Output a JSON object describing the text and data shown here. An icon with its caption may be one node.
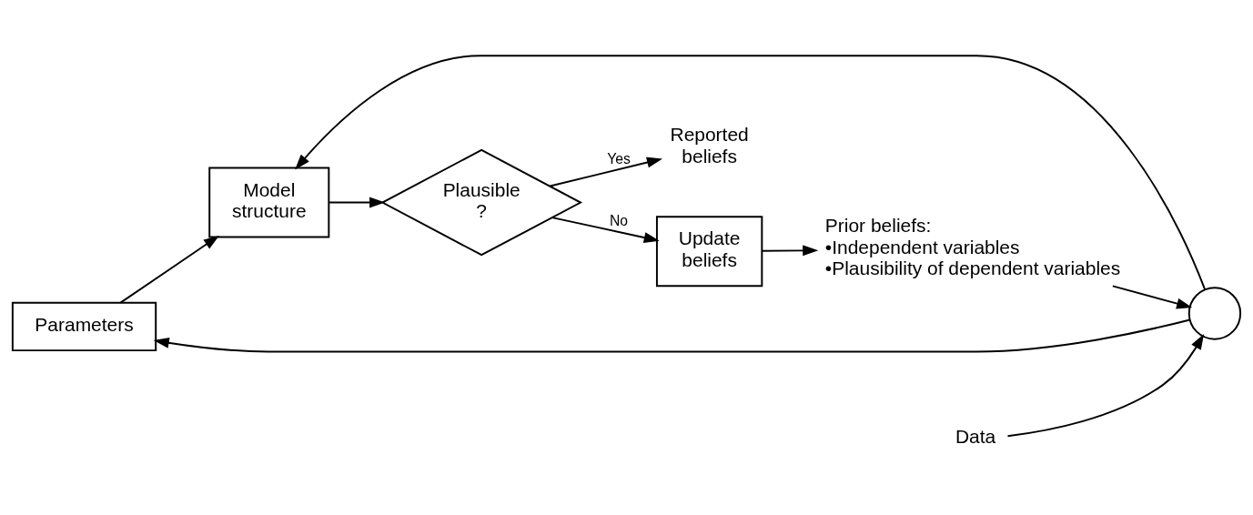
{
  "diagram": {
    "nodes": [
      {
        "text": [
          "Parameters"
        ]
      },
      {
        "text": [
          "Data"
        ]
      },
      {
        "text": [],
        "shape": "circle"
      },
      {
        "text": [
          "Model structure"
        ]
      },
      {
        "text": [
          "Plausible ?"
        ]
      },
      {
        "text": [
          "Reported beliefs"
        ]
      },
      {
        "text": [
          "Prior beliefs:",
          "•Independent variables",
          "•Plausibility of dependent variables"
        ]
      },
      {
        "text": [
          "Update beliefs"
        ]
      }
    ],
    "edges": [
      {
        "from": 1,
        "to": 2,
        "arrow": "to"
      },
      {
        "from": 6,
        "to": 2,
        "arrow": "to"
      },
      {
        "from": 2,
        "to": 0,
        "arrow": "to"
      },
      {
        "from": 2,
        "to": 3,
        "arrow": "to"
      },
      {
        "from": 0,
        "to": 3,
        "arrow": "to"
      },
      {
        "from": 3,
        "to": 4,
        "arrow": "to"
      },
      {
        "from": 4,
        "to": 5,
        "arrow": "to",
        "label": "Yes"
      },
      {
        "from": 4,
        "to": 7,
        "arrow": "to",
        "label": "No"
      },
      {
        "from": 7,
        "to": 6,
        "arrow": "to"
      }
    ]
  }
}
